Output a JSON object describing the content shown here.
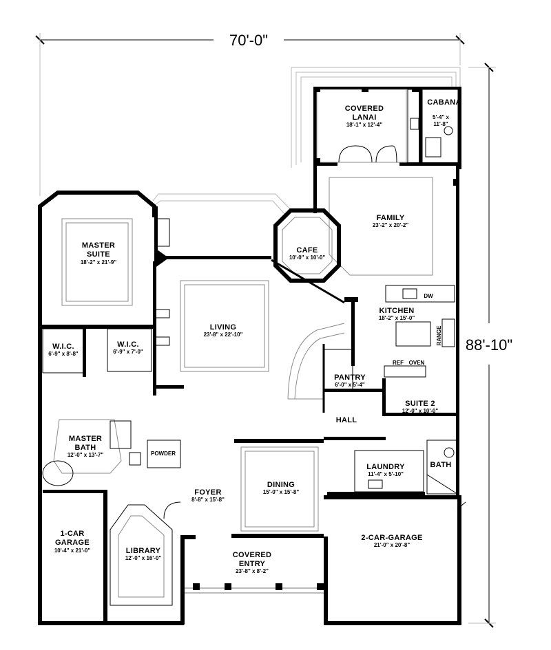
{
  "overall": {
    "width": "70'-0\"",
    "depth": "88'-10\""
  },
  "rooms": {
    "covered_lanai": {
      "name_line1": "COVERED",
      "name_line2": "LANAI",
      "dims": "18'-1\" x 12'-4\""
    },
    "cabana": {
      "name": "CABANA",
      "dims_line1": "5'-4\" x",
      "dims_line2": "11'-8\""
    },
    "family": {
      "name": "FAMILY",
      "dims": "23'-2\" x 20'-2\""
    },
    "cafe": {
      "name": "CAFE",
      "dims": "10'-0\" x 10'-0\""
    },
    "master_suite": {
      "name_line1": "MASTER",
      "name_line2": "SUITE",
      "dims": "18'-2\" x 21'-9\""
    },
    "living": {
      "name": "LIVING",
      "dims": "23'-8\" x 22'-10\""
    },
    "kitchen": {
      "name": "KITCHEN",
      "dims": "18'-2\" x 15'-0\""
    },
    "wic_1": {
      "name": "W.I.C.",
      "dims": "6'-9\" x 8'-8\""
    },
    "wic_2": {
      "name": "W.I.C.",
      "dims": "6'-9\" x 7'-0\""
    },
    "pantry": {
      "name": "PANTRY",
      "dims": "6'-0\" x 5'-4\""
    },
    "suite_2": {
      "name": "SUITE 2",
      "dims": "12'-0\" x 10'-0\""
    },
    "hall": {
      "name": "HALL"
    },
    "master_bath": {
      "name_line1": "MASTER",
      "name_line2": "BATH",
      "dims": "12'-0\" x 13'-7\""
    },
    "powder": {
      "name": "POWDER"
    },
    "laundry": {
      "name": "LAUNDRY",
      "dims": "11'-4\" x 5'-10\""
    },
    "bath": {
      "name": "BATH"
    },
    "foyer": {
      "name": "FOYER",
      "dims": "8'-8\" x 15'-8\""
    },
    "dining": {
      "name": "DINING",
      "dims": "15'-0\" x 15'-8\""
    },
    "one_car_garage": {
      "name_line1": "1-CAR",
      "name_line2": "GARAGE",
      "dims": "10'-4\" x 21'-0\""
    },
    "library": {
      "name": "LIBRARY",
      "dims": "12'-0\" x 16'-0\""
    },
    "covered_entry": {
      "name_line1": "COVERED",
      "name_line2": "ENTRY",
      "dims": "23'-8\" x 8'-2\""
    },
    "two_car_garage": {
      "name": "2-CAR-GARAGE",
      "dims": "21'-0\" x 20'-8\""
    }
  },
  "fixtures": {
    "dw": "DW",
    "range": "RANGE",
    "ref": "REF",
    "oven": "OVEN"
  }
}
